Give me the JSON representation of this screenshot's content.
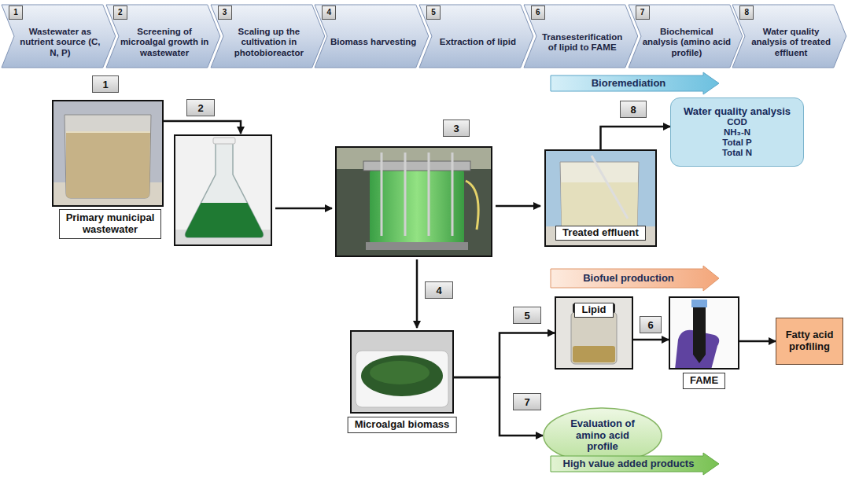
{
  "diagram": {
    "nodes": [
      {
        "text": [
          "Wastewater as nutrient source (C, N, P)"
        ]
      },
      {
        "text": [
          "1"
        ],
        "in": 0
      },
      {
        "text": [
          "Screening of microalgal growth in wastewater"
        ]
      },
      {
        "text": [
          "2"
        ],
        "in": 2
      },
      {
        "text": [
          "Scaling up the cultivation in photobioreactor"
        ]
      },
      {
        "text": [
          "3"
        ],
        "in": 4
      },
      {
        "text": [
          "Biomass harvesting"
        ]
      },
      {
        "text": [
          "4"
        ],
        "in": 6
      },
      {
        "text": [
          "Extraction of lipid"
        ]
      },
      {
        "text": [
          "5"
        ],
        "in": 8
      },
      {
        "text": [
          "Transesterification of lipid to FAME"
        ]
      },
      {
        "text": [
          "6"
        ],
        "in": 10
      },
      {
        "text": [
          "Biochemical analysis (amino acid profile)"
        ]
      },
      {
        "text": [
          "7"
        ],
        "in": 12
      },
      {
        "text": [
          "Water quality analysis of treated effluent"
        ]
      },
      {
        "text": [
          "8"
        ],
        "in": 14
      },
      {
        "text": [
          "Bioremediation"
        ]
      },
      {
        "text": [
          "1"
        ]
      },
      {
        "text": [
          "Primary municipal wastewater"
        ]
      },
      {
        "text": [
          "2"
        ]
      },
      {
        "text": [
          "3"
        ]
      },
      {
        "text": [
          "Treated effluent"
        ]
      },
      {
        "text": [
          "8"
        ]
      },
      {
        "text": [
          "Water quality analysis",
          "COD",
          "NH₃-N",
          "Total P",
          "Total N"
        ]
      },
      {
        "text": [
          "4"
        ]
      },
      {
        "text": [
          "Biofuel production"
        ]
      },
      {
        "text": [
          "5"
        ]
      },
      {
        "text": [
          "Lipid"
        ]
      },
      {
        "text": [
          "6"
        ]
      },
      {
        "text": [
          "FAME"
        ]
      },
      {
        "text": [
          "Fatty acid profiling"
        ]
      },
      {
        "text": [
          "Microalgal biomass"
        ]
      },
      {
        "text": [
          "7"
        ]
      },
      {
        "text": [
          "Evaluation of amino acid profile"
        ]
      },
      {
        "text": [
          "High value added products"
        ]
      }
    ],
    "edges": [
      {
        "from": 21,
        "to": 23,
        "arrow": "to"
      },
      {
        "from": 31,
        "to": 27,
        "arrow": "to"
      },
      {
        "from": 31,
        "to": 33,
        "arrow": "to"
      },
      {
        "from": 27,
        "to": 29,
        "arrow": "to"
      },
      {
        "from": 29,
        "to": 30,
        "arrow": "to"
      }
    ]
  }
}
